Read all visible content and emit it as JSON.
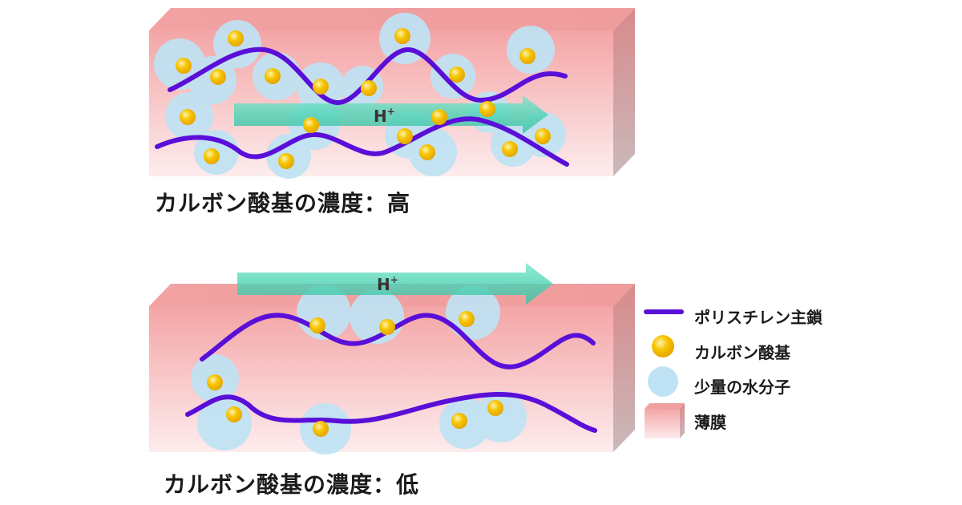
{
  "panels": {
    "high": {
      "caption": "カルボン酸基の濃度：高",
      "arrow_label": "H",
      "arrow_superscript": "+"
    },
    "low": {
      "caption": "カルボン酸基の濃度：低",
      "arrow_label": "H",
      "arrow_superscript": "+"
    }
  },
  "legend": {
    "polystyrene_chain": "ポリスチレン主鎖",
    "carboxylic_group": "カルボン酸基",
    "water_molecules": "少量の水分子",
    "thin_film": "薄膜"
  },
  "colors": {
    "polymer_chain": "#5a0fd8",
    "carboxylic_group": "#f5b800",
    "water": "#bfe4f5",
    "film_top": "#f4a7a7",
    "film_bottom": "#fde9ea",
    "proton_arrow": "#4fd4b6"
  }
}
